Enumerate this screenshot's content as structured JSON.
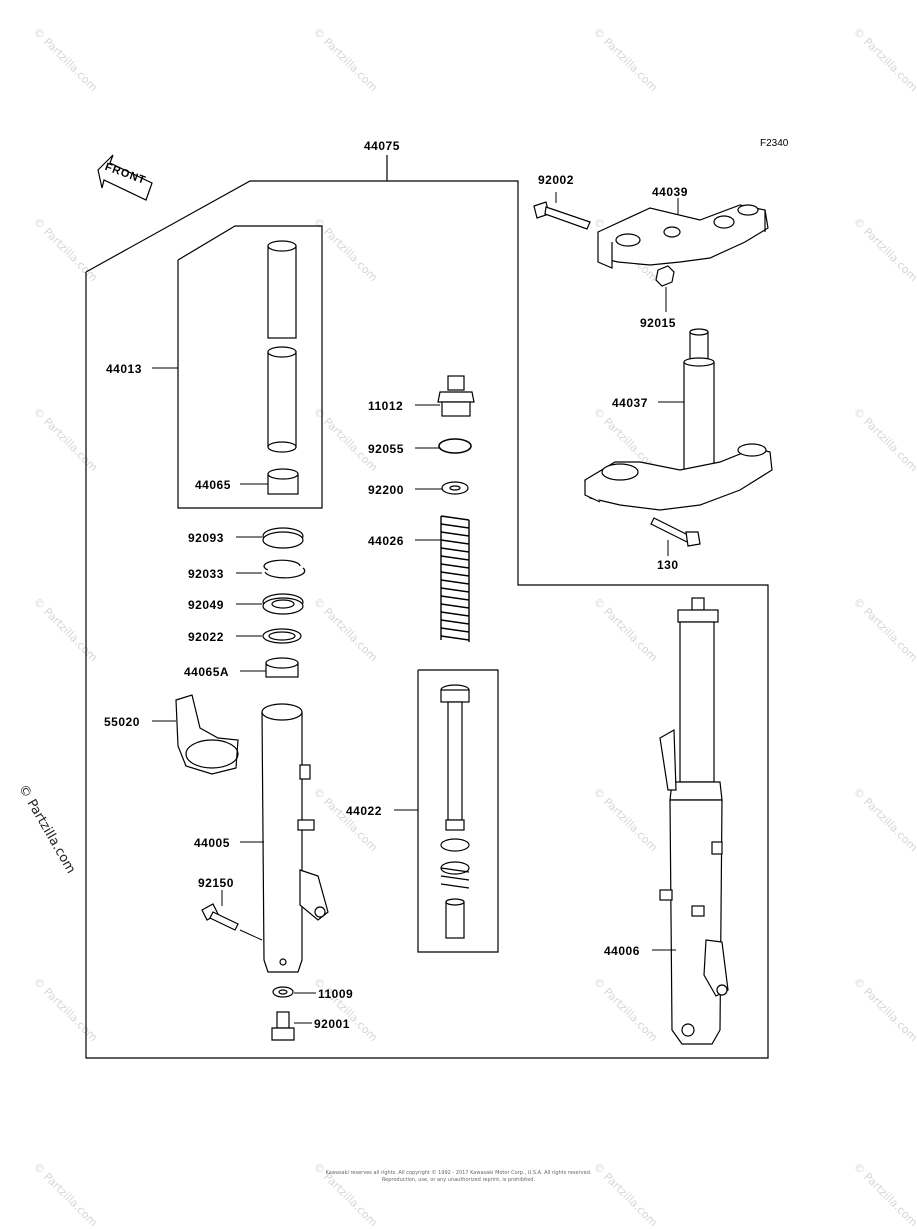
{
  "diagram_code": "F2340",
  "front_label": "FRONT",
  "side_watermark": "© Partzilla.com",
  "watermark_text": "© Partzilla.com",
  "footer_line1": "Kawasaki reserves all rights. All copyright © 1992 - 2017 Kawasaki Motor Corp., U.S.A. All rights reserved.",
  "footer_line2": "Reproduction, use, or any unauthorized reprint, is prohibited.",
  "parts": {
    "p44075": "44075",
    "p92002": "92002",
    "p44039": "44039",
    "p92015": "92015",
    "p44037": "44037",
    "p130": "130",
    "p44013": "44013",
    "p44065": "44065",
    "p11012": "11012",
    "p92055": "92055",
    "p92200": "92200",
    "p44026": "44026",
    "p92093": "92093",
    "p92033": "92033",
    "p92049": "92049",
    "p92022": "92022",
    "p44065A": "44065A",
    "p55020": "55020",
    "p44022": "44022",
    "p44005": "44005",
    "p92150": "92150",
    "p11009": "11009",
    "p92001": "92001",
    "p44006": "44006"
  }
}
